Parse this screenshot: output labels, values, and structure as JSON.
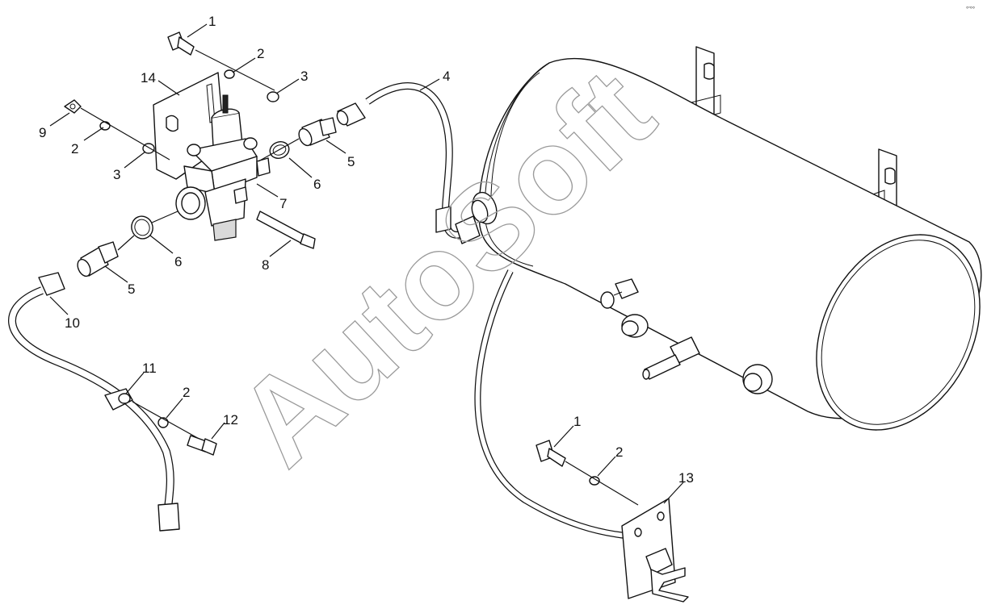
{
  "diagram": {
    "watermark": "AutoSoft",
    "corner_mark": "°'°°",
    "callouts": [
      {
        "id": "callout-1-top",
        "label": "1"
      },
      {
        "id": "callout-2-top",
        "label": "2"
      },
      {
        "id": "callout-3-top",
        "label": "3"
      },
      {
        "id": "callout-14",
        "label": "14"
      },
      {
        "id": "callout-4",
        "label": "4"
      },
      {
        "id": "callout-9",
        "label": "9"
      },
      {
        "id": "callout-2-left",
        "label": "2"
      },
      {
        "id": "callout-3-left",
        "label": "3"
      },
      {
        "id": "callout-5-top",
        "label": "5"
      },
      {
        "id": "callout-6-top",
        "label": "6"
      },
      {
        "id": "callout-7",
        "label": "7"
      },
      {
        "id": "callout-6-bottom",
        "label": "6"
      },
      {
        "id": "callout-8",
        "label": "8"
      },
      {
        "id": "callout-5-bottom",
        "label": "5"
      },
      {
        "id": "callout-10",
        "label": "10"
      },
      {
        "id": "callout-11",
        "label": "11"
      },
      {
        "id": "callout-2-lower",
        "label": "2"
      },
      {
        "id": "callout-12",
        "label": "12"
      },
      {
        "id": "callout-1-bottom",
        "label": "1"
      },
      {
        "id": "callout-2-bottom",
        "label": "2"
      },
      {
        "id": "callout-13",
        "label": "13"
      }
    ]
  }
}
